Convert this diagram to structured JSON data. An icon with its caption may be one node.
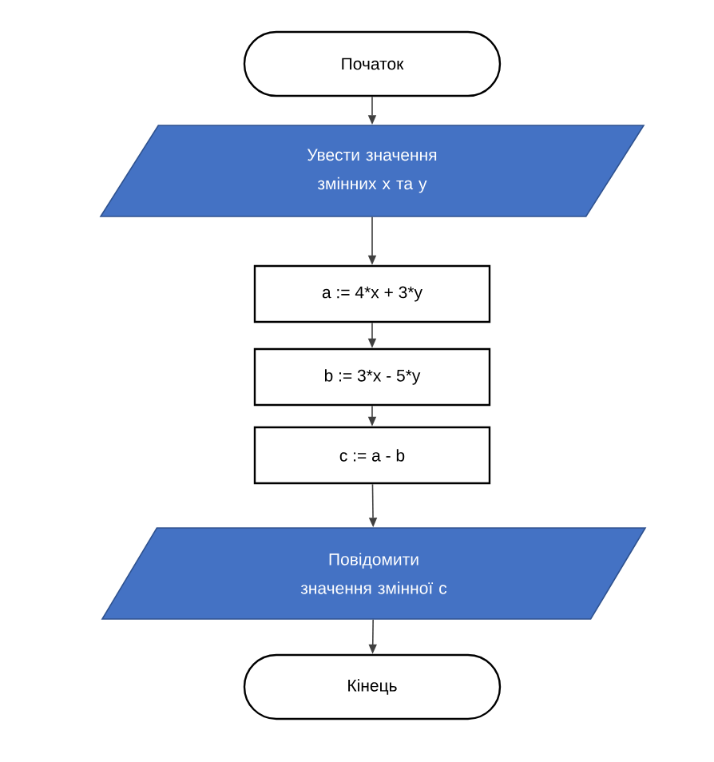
{
  "diagram": {
    "nodes": [
      {
        "text": [
          "Початок"
        ]
      },
      {
        "text": [
          "Увести значення змінних х та у"
        ]
      },
      {
        "text": [
          "a := 4*x + 3*y"
        ]
      },
      {
        "text": [
          "b := 3*x - 5*y"
        ]
      },
      {
        "text": [
          "c := a - b"
        ]
      },
      {
        "text": [
          "Повідомити значення змінної с"
        ]
      },
      {
        "text": [
          "Кінець"
        ]
      }
    ],
    "edges": [
      {
        "from": 0,
        "to": 1,
        "arrow": "to"
      },
      {
        "from": 1,
        "to": 2,
        "arrow": "to"
      },
      {
        "from": 2,
        "to": 3,
        "arrow": "to"
      },
      {
        "from": 3,
        "to": 4,
        "arrow": "to"
      },
      {
        "from": 4,
        "to": 5,
        "arrow": "to"
      },
      {
        "from": 5,
        "to": 6,
        "arrow": "to"
      }
    ]
  }
}
